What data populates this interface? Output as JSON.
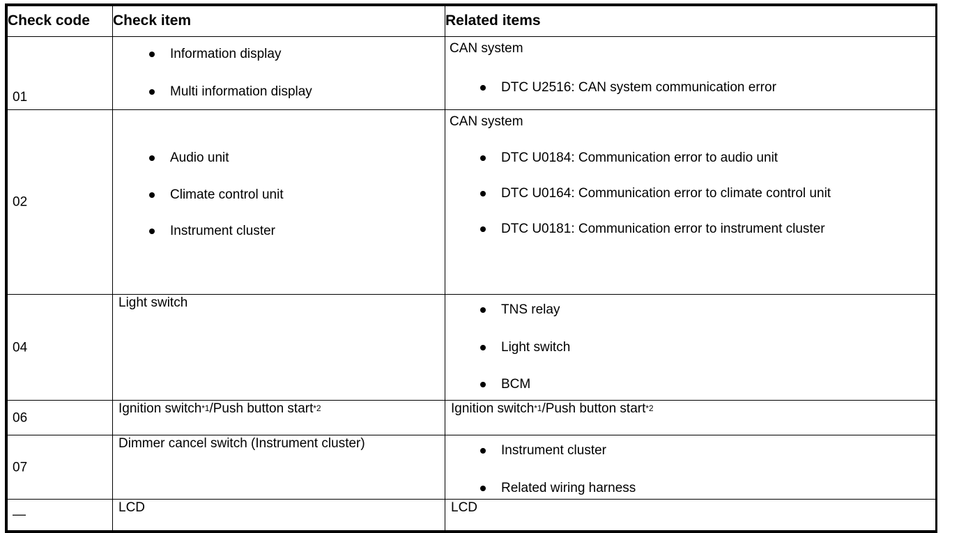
{
  "table": {
    "headers": {
      "code": "Check code",
      "item": "Check item",
      "related": "Related items"
    },
    "rows": [
      {
        "code": "01",
        "item_bullets": [
          "Information display",
          "Multi information display"
        ],
        "related_lead": "CAN system",
        "related_bullets": [
          "DTC U2516: CAN system communication error"
        ]
      },
      {
        "code": "02",
        "item_bullets": [
          "Audio unit",
          "Climate control unit",
          "Instrument cluster"
        ],
        "related_lead": "CAN system",
        "related_bullets": [
          "DTC U0184: Communication error to audio unit",
          "DTC U0164: Communication error to climate control unit",
          "DTC U0181: Communication error to instrument cluster"
        ]
      },
      {
        "code": "04",
        "item_text": "Light switch",
        "related_bullets": [
          "TNS relay",
          "Light switch",
          "BCM"
        ]
      },
      {
        "code": "06",
        "item_text_parts": {
          "a": "Ignition switch",
          "sup1": "*1",
          "b": "/Push button start",
          "sup2": "*2"
        },
        "related_text_parts": {
          "a": "Ignition switch",
          "sup1": "*1",
          "b": "/Push button start",
          "sup2": "*2"
        }
      },
      {
        "code": "07",
        "item_text": "Dimmer cancel switch (Instrument cluster)",
        "related_bullets": [
          "Instrument cluster",
          "Related wiring harness"
        ]
      },
      {
        "code": "—",
        "item_text": "LCD",
        "related_text": "LCD"
      }
    ]
  }
}
